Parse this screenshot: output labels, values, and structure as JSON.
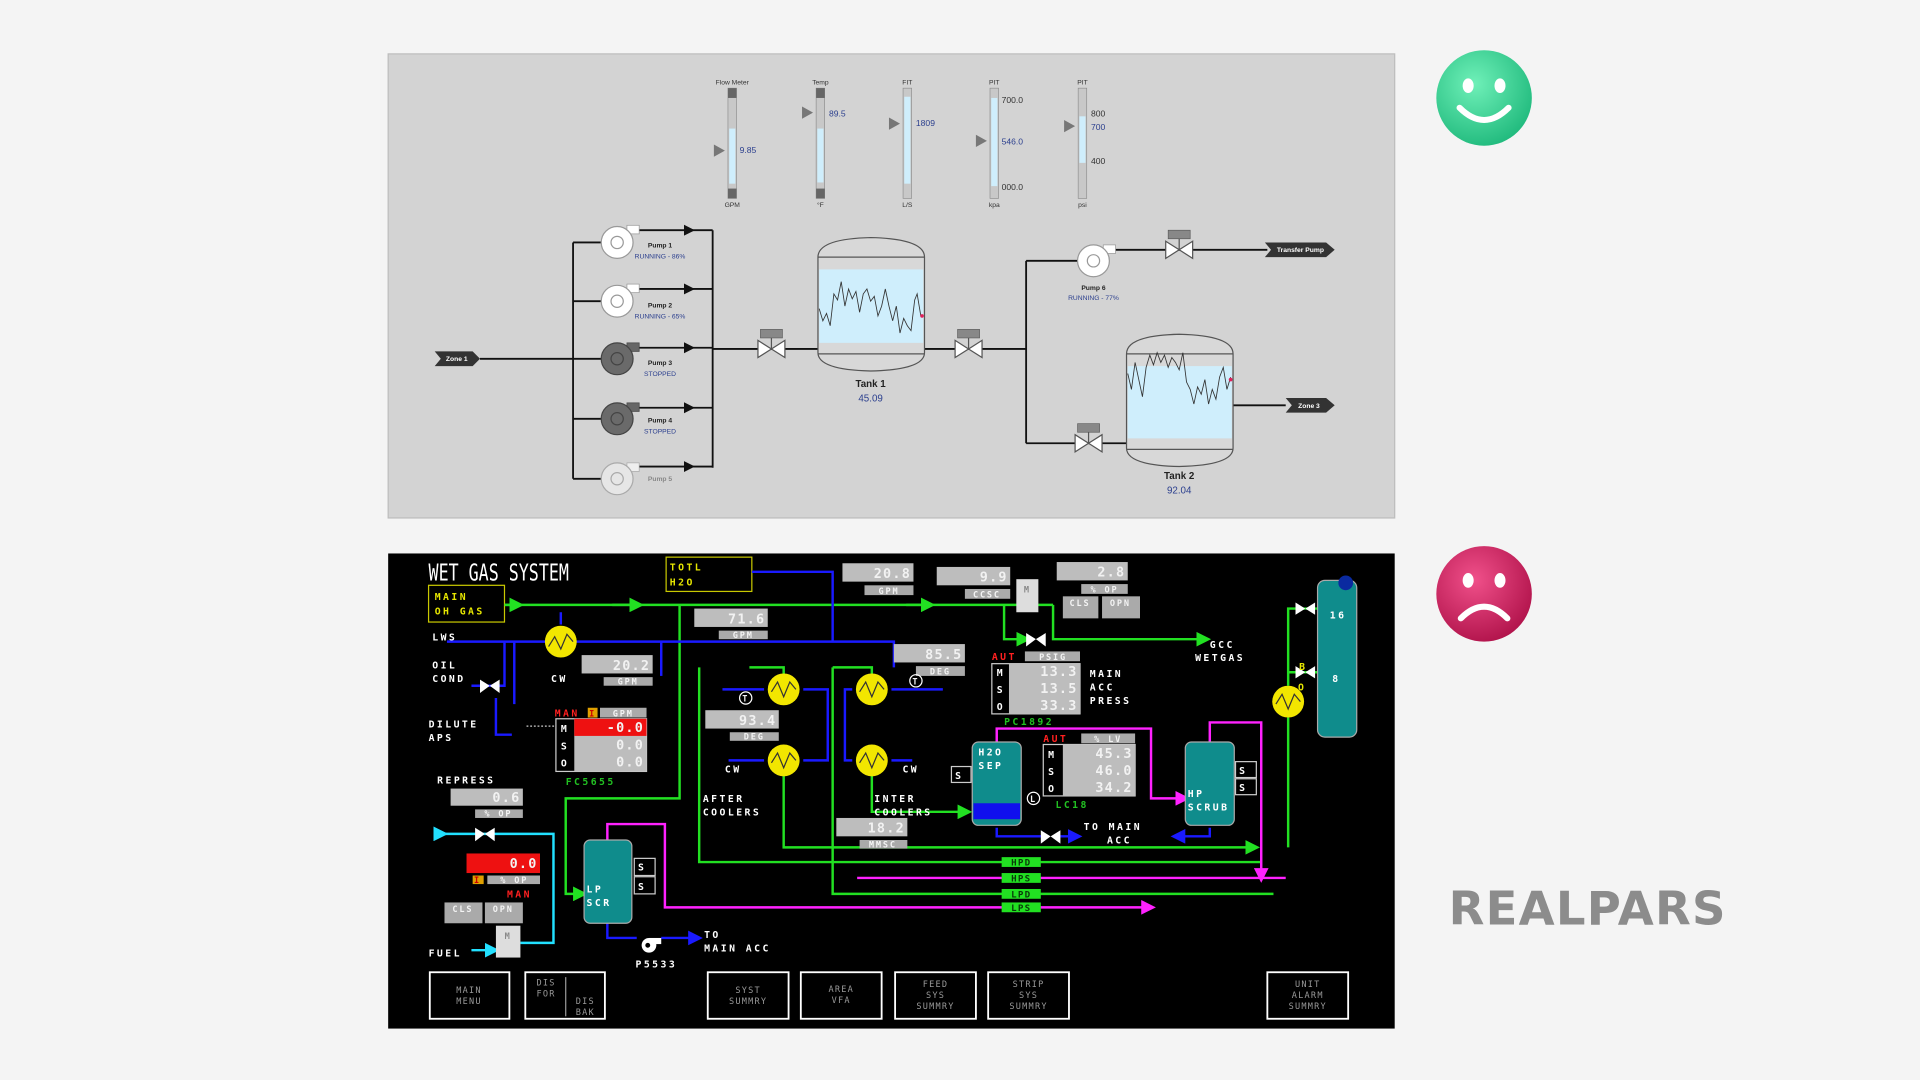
{
  "good_example": {
    "gauges": [
      {
        "title": "Flow Meter",
        "unit": "GPM",
        "value": "9.85"
      },
      {
        "title": "Temp",
        "unit": "°F",
        "value": "89.5"
      },
      {
        "title": "FIT",
        "unit": "L/S",
        "value": "1809"
      },
      {
        "title": "PIT",
        "unit": "kpa",
        "value": "546.0",
        "scale": [
          "700.0",
          "000.0"
        ]
      },
      {
        "title": "PIT",
        "unit": "psi",
        "value": "700",
        "scale": [
          "800",
          "400"
        ]
      }
    ],
    "pumps": [
      {
        "name": "Pump 1",
        "status": "RUNNING - 86%"
      },
      {
        "name": "Pump 2",
        "status": "RUNNING - 65%"
      },
      {
        "name": "Pump 3",
        "status": "STOPPED"
      },
      {
        "name": "Pump 4",
        "status": "STOPPED"
      },
      {
        "name": "Pump 5",
        "status": ""
      },
      {
        "name": "Pump 6",
        "status": "RUNNING - 77%"
      }
    ],
    "tanks": [
      {
        "name": "Tank 1",
        "level": "45.09"
      },
      {
        "name": "Tank 2",
        "level": "92.04"
      }
    ],
    "tags": {
      "zone_in": "Zone 1",
      "transfer": "Transfer Pump",
      "zone_out": "Zone 3"
    }
  },
  "bad_example": {
    "title": "WET GAS SYSTEM",
    "labels": {
      "main_oh_gas": [
        "MAIN",
        "OH GAS"
      ],
      "totl_h2o": [
        "TOTL",
        "H2O"
      ],
      "lws": "LWS",
      "oil_cond": [
        "OIL",
        "COND"
      ],
      "dilute_aps": [
        "DILUTE",
        "APS"
      ],
      "repress": "REPRESS",
      "fuel": "FUEL",
      "cw": "CW",
      "after_coolers": [
        "AFTER",
        "COOLERS"
      ],
      "inter_coolers": [
        "INTER",
        "COOLERS"
      ],
      "gcc_wetgas": [
        "GCC",
        "WETGAS"
      ],
      "main_acc_press": [
        "MAIN",
        "ACC",
        "PRESS"
      ],
      "to_main_acc": [
        "TO",
        "MAIN ACC"
      ],
      "to_main_acc_2": [
        "TO MAIN",
        "ACC"
      ],
      "lp_scr": [
        "LP",
        "SCR"
      ],
      "h2o_sep": [
        "H2O",
        "SEP"
      ],
      "hp_scrub": [
        "HP",
        "SCRUB"
      ],
      "pump": "P5533",
      "s": "S",
      "tower_trays": [
        "16",
        "8"
      ],
      "b": "B",
      "o": "O",
      "t": "T",
      "l": "L"
    },
    "readouts": {
      "h2o_flow": {
        "value": "20.8",
        "unit": "GPM"
      },
      "ccsc": {
        "value": "9.9",
        "unit": "CCSC"
      },
      "op_top": {
        "value": "2.8",
        "unit": "% OP"
      },
      "flow_716": {
        "value": "71.6",
        "unit": "GPM"
      },
      "flow_202": {
        "value": "20.2",
        "unit": "GPM"
      },
      "deg_855": {
        "value": "85.5",
        "unit": "DEG"
      },
      "deg_934": {
        "value": "93.4",
        "unit": "DEG"
      },
      "mmsc": {
        "value": "18.2",
        "unit": "MMSC"
      },
      "repress": {
        "value": "0.6",
        "unit": "% OP"
      },
      "fuel": {
        "value": "0.0",
        "unit": "% OP",
        "flag": "I",
        "mode": "MAN"
      }
    },
    "cls": "CLS",
    "opn": "OPN",
    "controllers": [
      {
        "mode": "AUT",
        "unit": "PSIG",
        "m": "13.3",
        "s": "13.5",
        "o": "33.3",
        "tag": "PC1892"
      },
      {
        "mode": "AUT",
        "unit": "% LV",
        "m": "45.3",
        "s": "46.0",
        "o": "34.2",
        "tag": "LC18"
      },
      {
        "mode": "MAN",
        "flag": "I",
        "unit": "GPM",
        "m": "-0.0",
        "s": "0.0",
        "o": "0.0",
        "tag": "FC5655"
      }
    ],
    "mso": [
      "M",
      "S",
      "O"
    ],
    "headers": [
      "HPD",
      "HPS",
      "LPD",
      "LPS"
    ],
    "buttons": [
      {
        "lines": [
          "MAIN",
          "MENU"
        ]
      },
      {
        "lines": [
          "DIS",
          "FOR",
          "DIS",
          "BAK"
        ]
      },
      {
        "lines": [
          "SYST",
          "SUMMRY"
        ]
      },
      {
        "lines": [
          "AREA",
          "VFA"
        ]
      },
      {
        "lines": [
          "FEED",
          "SYS",
          "SUMMRY"
        ]
      },
      {
        "lines": [
          "STRIP",
          "SYS",
          "SUMMRY"
        ]
      },
      {
        "lines": [
          "UNIT",
          "ALARM",
          "SUMMRY"
        ]
      }
    ]
  },
  "logo": "REALPARS",
  "colors": {
    "good_face": "#3dd69a",
    "bad_face": "#d9235f",
    "panel_gray": "#d3d3d3",
    "scada_bg": "#000000",
    "pipe_green": "#22e022",
    "pipe_blue": "#1a1aff",
    "pipe_magenta": "#ff22ff",
    "pipe_cyan": "#22e0ff"
  }
}
